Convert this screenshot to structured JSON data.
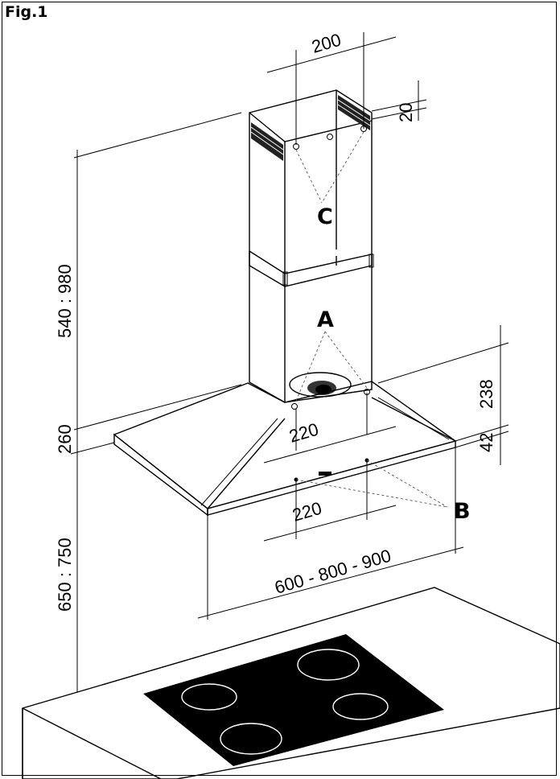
{
  "figure": {
    "title": "Fig.1",
    "dimensions": {
      "chimney_width": "200",
      "top_offset": "20",
      "chimney_height": "540 : 980",
      "hood_height": "260",
      "mount_height": "650 : 750",
      "upper_depth": "238",
      "lower_depth": "42",
      "bracket_spacing_upper": "220",
      "bracket_spacing_lower": "220",
      "hood_width": "600 - 800 - 900"
    },
    "labels": {
      "a": "A",
      "b": "B",
      "c": "C"
    }
  }
}
